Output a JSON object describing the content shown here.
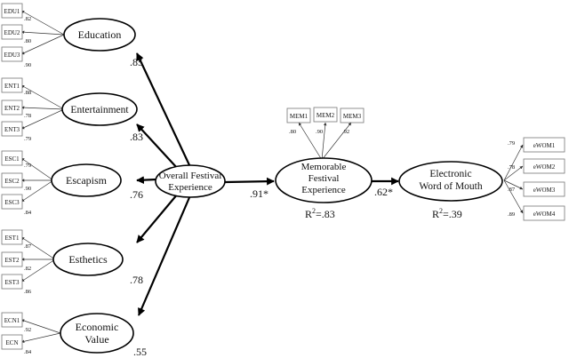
{
  "constructs": {
    "education": "Education",
    "entertainment": "Entertainment",
    "escapism": "Escapism",
    "esthetics": "Esthetics",
    "economic_value": [
      "Economic",
      "Value"
    ],
    "overall": [
      "Overall Festival",
      "Experience"
    ],
    "memorable": [
      "Memorable",
      "Festival",
      "Experience"
    ],
    "ewom": [
      "Electronic",
      "Word of Mouth"
    ]
  },
  "indicators": {
    "education": [
      {
        "label": "EDU1",
        "loading": ".82"
      },
      {
        "label": "EDU2",
        "loading": ".80"
      },
      {
        "label": "EDU3",
        "loading": ".90"
      }
    ],
    "entertainment": [
      {
        "label": "ENT1",
        "loading": ".88"
      },
      {
        "label": "ENT2",
        "loading": ".78"
      },
      {
        "label": "ENT3",
        "loading": ".79"
      }
    ],
    "escapism": [
      {
        "label": "ESC1",
        "loading": ".79"
      },
      {
        "label": "ESC2",
        "loading": ".90"
      },
      {
        "label": "ESC3",
        "loading": ".84"
      }
    ],
    "esthetics": [
      {
        "label": "EST1",
        "loading": ".87"
      },
      {
        "label": "EST2",
        "loading": ".82"
      },
      {
        "label": "EST3",
        "loading": ".86"
      }
    ],
    "economic_value": [
      {
        "label": "ECN1",
        "loading": ".92"
      },
      {
        "label": "ECN",
        "loading": ".84"
      }
    ],
    "memorable": [
      {
        "label": "MEM1",
        "loading": ".80"
      },
      {
        "label": "MEM2",
        "loading": ".90"
      },
      {
        "label": "MEM3",
        "loading": ".92"
      }
    ],
    "ewom": [
      {
        "label": "eWOM1",
        "loading": ".79"
      },
      {
        "label": "eWOM2",
        "loading": ".78"
      },
      {
        "label": "eWOM3",
        "loading": ".87"
      },
      {
        "label": "eWOM4",
        "loading": ".89"
      }
    ]
  },
  "path_coefficients": {
    "education": ".85",
    "entertainment": ".83",
    "escapism": ".76",
    "esthetics": ".78",
    "economic_value": ".55",
    "overall_to_memorable": ".91*",
    "memorable_to_ewom": ".62*"
  },
  "r_squared": {
    "memorable": {
      "prefix": "R",
      "sup": "2",
      "value": "=.83"
    },
    "ewom": {
      "prefix": "R",
      "sup": "2",
      "value": "=.39"
    }
  }
}
